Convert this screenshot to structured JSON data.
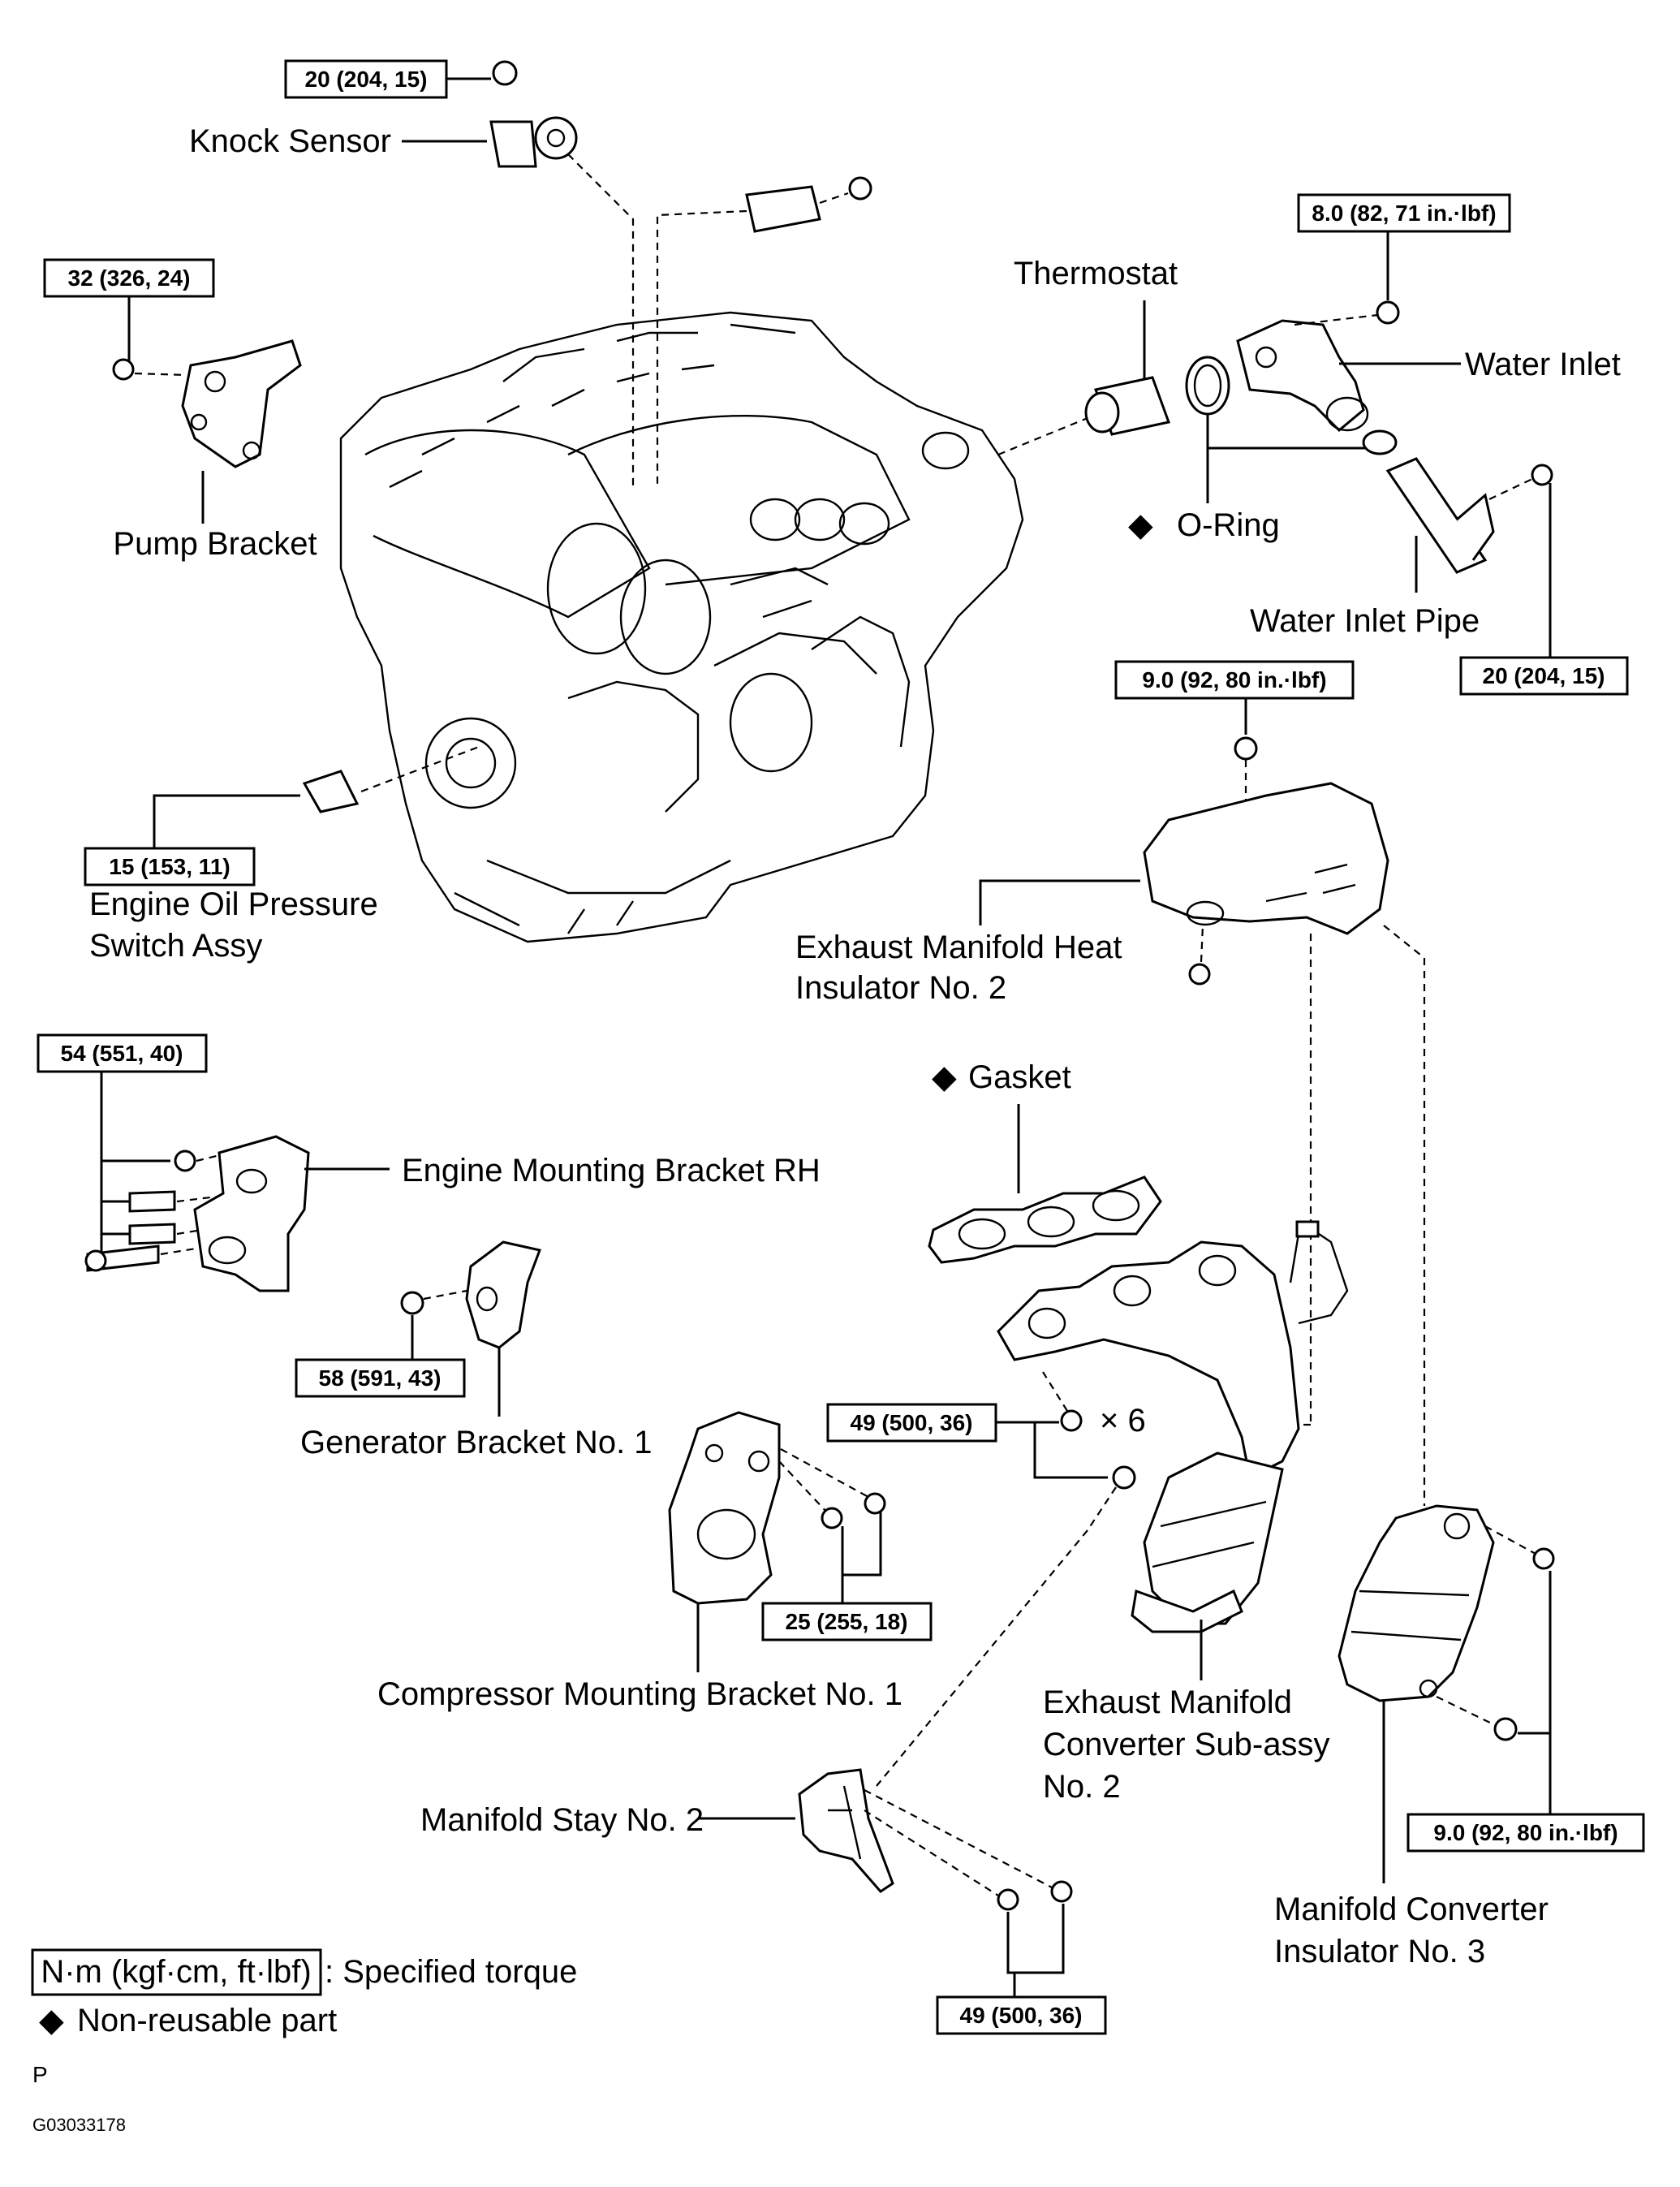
{
  "labels": {
    "knock_sensor": "Knock Sensor",
    "pump_bracket": "Pump Bracket",
    "thermostat": "Thermostat",
    "water_inlet": "Water Inlet",
    "o_ring": "O-Ring",
    "water_inlet_pipe": "Water Inlet Pipe",
    "oil_pressure_switch_1": "Engine Oil Pressure",
    "oil_pressure_switch_2": "Switch Assy",
    "heat_insulator_1": "Exhaust  Manifold  Heat",
    "heat_insulator_2": "Insulator No. 2",
    "gasket": "Gasket",
    "engine_mounting_bracket": "Engine Mounting Bracket RH",
    "generator_bracket": "Generator Bracket No. 1",
    "compressor_bracket": "Compressor Mounting Bracket No. 1",
    "converter_1": "Exhaust Manifold",
    "converter_2": "Converter  Sub-assy",
    "converter_3": "No. 2",
    "manifold_stay": "Manifold Stay No. 2",
    "converter_insulator_1": "Manifold  Converter",
    "converter_insulator_2": "Insulator No. 3",
    "times_six": "× 6"
  },
  "torques": {
    "knock_sensor": "20 (204, 15)",
    "pump_bracket": "32 (326, 24)",
    "water_inlet": "8.0 (82, 71 in.·lbf)",
    "water_inlet_pipe": "20 (204, 15)",
    "heat_insulator": "9.0 (92, 80 in.·lbf)",
    "oil_pressure_switch": "15 (153, 11)",
    "engine_mounting_bracket": "54 (551, 40)",
    "generator_bracket": "58 (591, 43)",
    "manifold_nuts": "49 (500, 36)",
    "compressor_bracket": "25 (255, 18)",
    "converter_insulator": "9.0 (92, 80 in.·lbf)",
    "manifold_stay": "49 (500, 36)"
  },
  "legend": {
    "torque_unit": "N·m (kgf·cm, ft·lbf)",
    "torque_desc": ": Specified torque",
    "nonreusable_symbol": "◆",
    "nonreusable_desc": "Non-reusable part"
  },
  "footer": {
    "letter": "P",
    "code": "G03033178"
  }
}
